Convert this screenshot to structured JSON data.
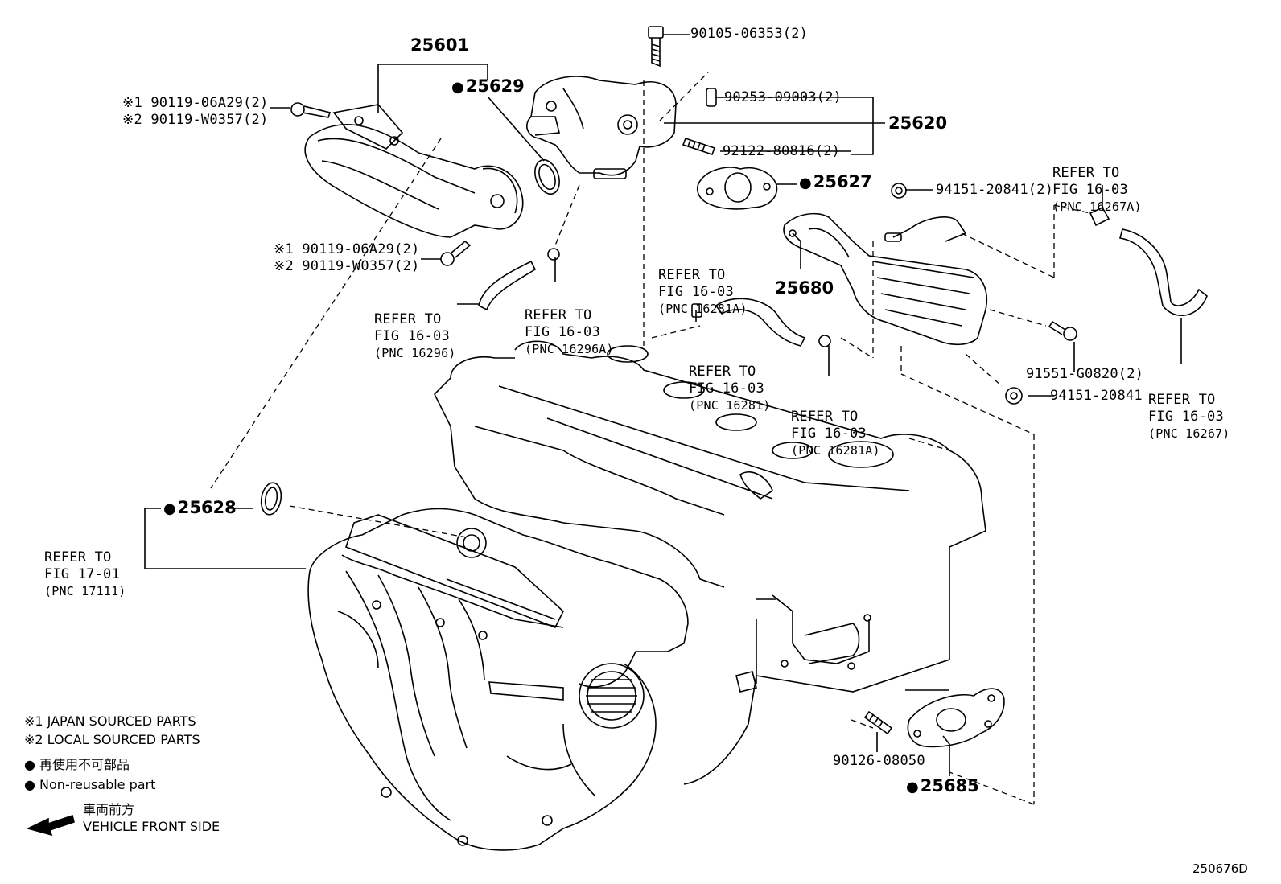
{
  "parts": {
    "p25601": "25601",
    "p25629": "25629",
    "p25620": "25620",
    "p25627": "25627",
    "p25680": "25680",
    "p25628": "25628",
    "p25685": "25685",
    "p90105": "90105-06353(2)",
    "p90253": "90253-09003(2)",
    "p92122": "92122-80816(2)",
    "p94151a": "94151-20841(2)",
    "p91551": "91551-G0820(2)",
    "p94151b": "94151-20841",
    "p90126": "90126-08050",
    "bolt1_j": "※1 90119-06A29(2)",
    "bolt1_l": "※2 90119-W0357(2)",
    "bolt2_j": "※1 90119-06A29(2)",
    "bolt2_l": "※2 90119-W0357(2)"
  },
  "refs": {
    "r16296": [
      "REFER TO",
      "FIG 16-03",
      "(PNC 16296)"
    ],
    "r16296A": [
      "REFER TO",
      "FIG 16-03",
      "(PNC 16296A)"
    ],
    "r16281A_top": [
      "REFER TO",
      "FIG 16-03",
      "(PNC 16281A)"
    ],
    "r16281": [
      "REFER TO",
      "FIG 16-03",
      "(PNC 16281)"
    ],
    "r16281A_bot": [
      "REFER TO",
      "FIG 16-03",
      "(PNC 16281A)"
    ],
    "r16267A": [
      "REFER TO",
      "FIG 16-03",
      "(PNC 16267A)"
    ],
    "r16267": [
      "REFER TO",
      "FIG 16-03",
      "(PNC 16267)"
    ],
    "r17111": [
      "REFER TO",
      "FIG 17-01",
      "(PNC 17111)"
    ]
  },
  "legend": {
    "japan": "※1 JAPAN SOURCED PARTS",
    "local": "※2 LOCAL SOURCED PARTS",
    "nonreuse_jp": "再使用不可部品",
    "nonreuse_en": "Non-reusable part",
    "front_jp": "車両前方",
    "front_en": "VEHICLE FRONT SIDE"
  },
  "figure_number": "250676D"
}
